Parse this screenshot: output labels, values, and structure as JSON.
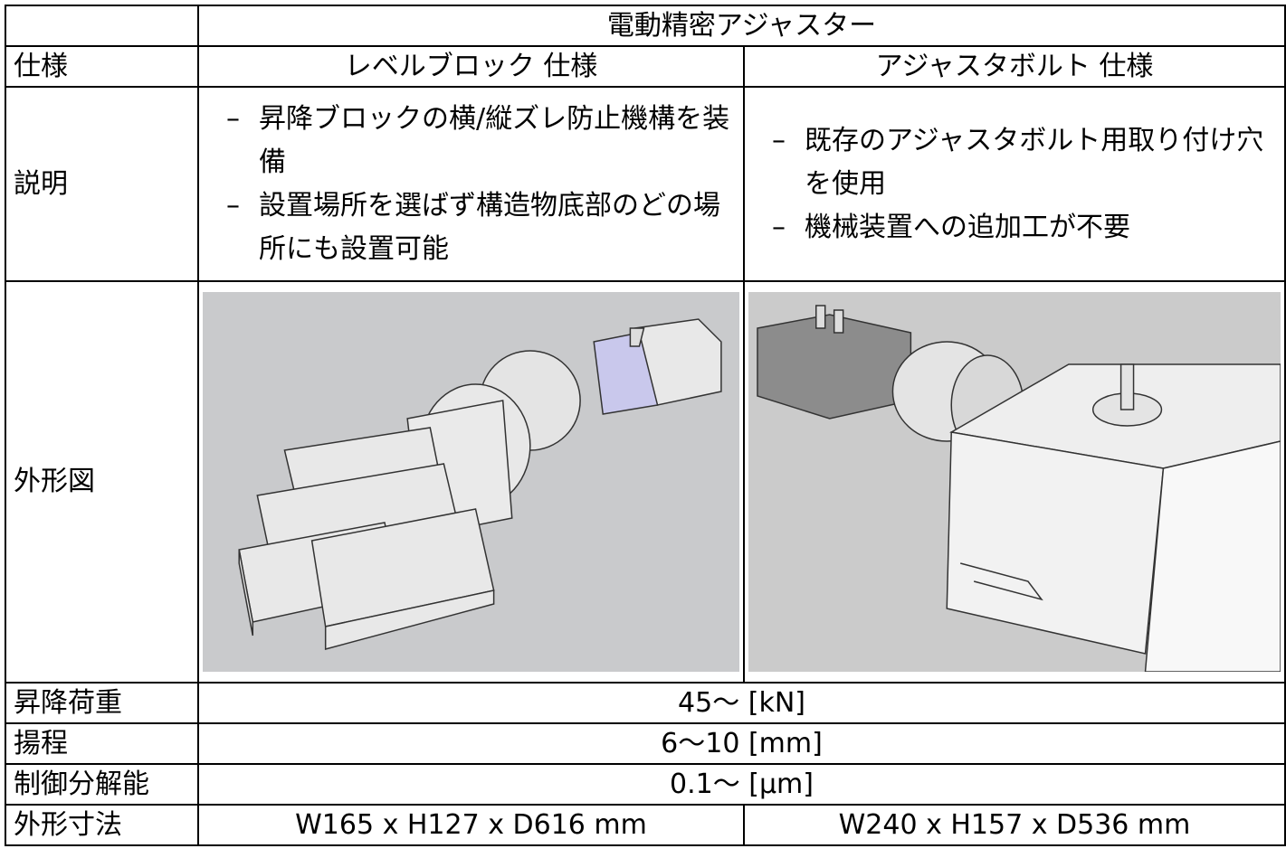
{
  "header": {
    "corner": "",
    "title": "電動精密アジャスター"
  },
  "rows": {
    "spec": {
      "label": "仕様",
      "col1": "レベルブロック 仕様",
      "col2": "アジャスタボルト 仕様"
    },
    "desc": {
      "label": "説明",
      "col1": [
        "昇降ブロックの横/縦ズレ防止機構を装備",
        "設置場所を選ばず構造物底部のどの場所にも設置可能"
      ],
      "col2": [
        "既存のアジャスタボルト用取り付け穴を使用",
        "機械装置への追加工が不要"
      ]
    },
    "figure": {
      "label": "外形図"
    },
    "load": {
      "label": "昇降荷重",
      "value": "45～ [kN]"
    },
    "stroke": {
      "label": "揚程",
      "value": "6～10 [mm]"
    },
    "resolution": {
      "label": "制御分解能",
      "value": "0.1～ [μm]"
    },
    "dims": {
      "label": "外形寸法",
      "col1": "W165 x H127 x D616 mm",
      "col2": "W240 x H157 x D536 mm"
    }
  },
  "colors": {
    "render_bg": "#c9cacc",
    "metal": "#e4e4e4",
    "motor_dark": "#8c8c8c",
    "motor_blue": "#c9c8ec"
  }
}
